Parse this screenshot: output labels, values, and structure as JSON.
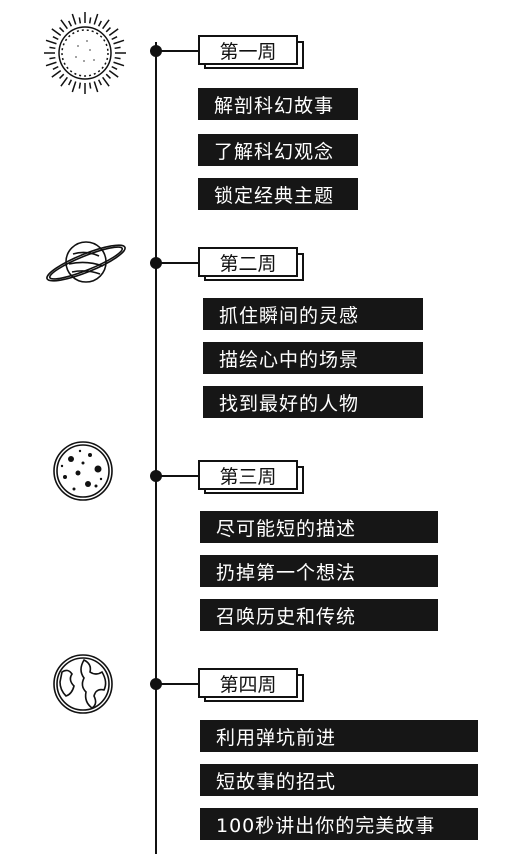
{
  "weeks": [
    {
      "label": "第一周",
      "icon": "sun-icon",
      "topics": [
        "解剖科幻故事",
        "了解科幻观念",
        "锁定经典主题"
      ]
    },
    {
      "label": "第二周",
      "icon": "ringed-planet-icon",
      "topics": [
        "抓住瞬间的灵感",
        "描绘心中的场景",
        "找到最好的人物"
      ]
    },
    {
      "label": "第三周",
      "icon": "spotted-planet-icon",
      "topics": [
        "尽可能短的描述",
        "扔掉第一个想法",
        "召唤历史和传统"
      ]
    },
    {
      "label": "第四周",
      "icon": "earth-icon",
      "topics": [
        "利用弹坑前进",
        "短故事的招式",
        "100秒讲出你的完美故事"
      ]
    }
  ],
  "colors": {
    "ink": "#111111",
    "topic_bg": "#161616",
    "topic_text": "#ffffff",
    "background": "#ffffff"
  }
}
